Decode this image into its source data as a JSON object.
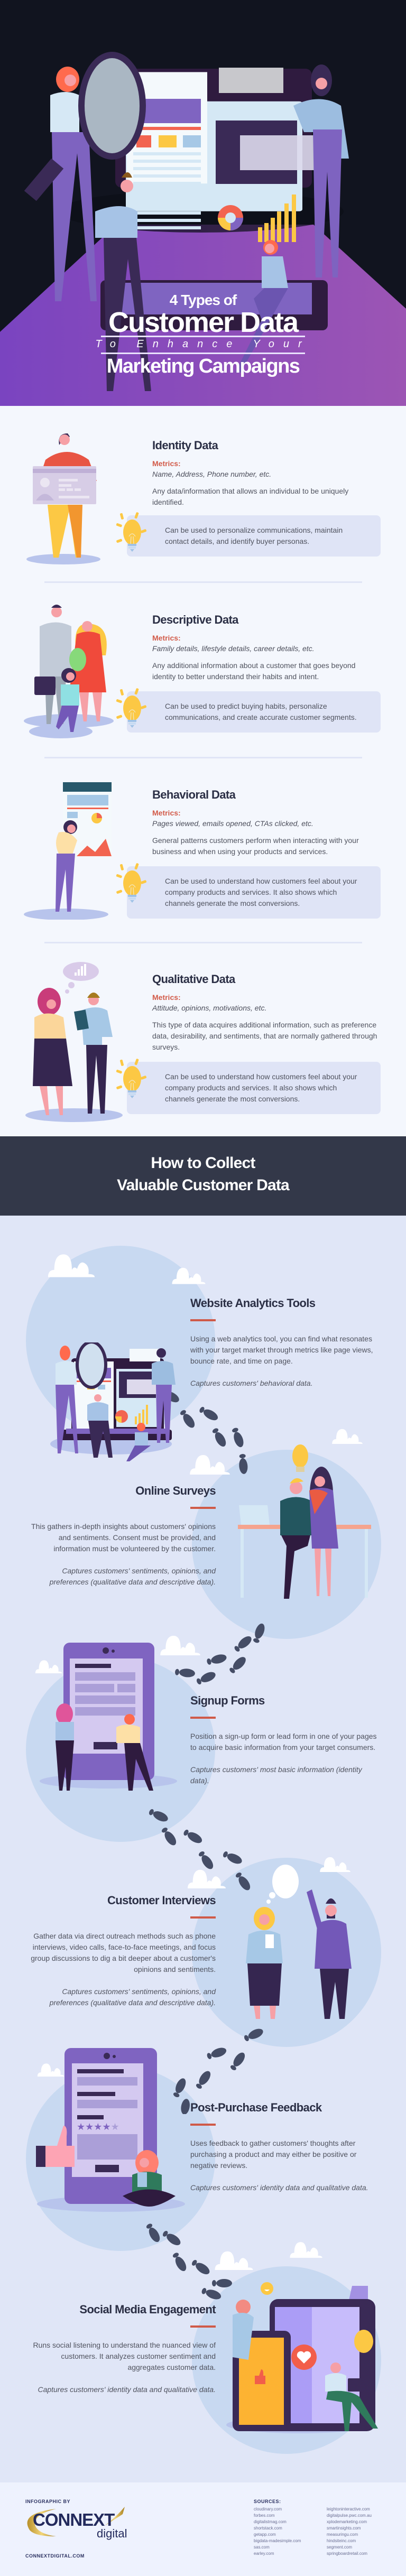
{
  "hero": {
    "title_line1": "4 Types of",
    "title_line2": "Customer Data",
    "title_line3": "To Enhance Your",
    "title_line4": "Marketing Campaigns"
  },
  "types": [
    {
      "title": "Identity Data",
      "metrics_label": "Metrics:",
      "metrics": "Name, Address, Phone number, etc.",
      "description": "Any data/information that allows an individual to be uniquely identified.",
      "tip": "Can be used to personalize communications, maintain contact details, and identify buyer personas."
    },
    {
      "title": "Descriptive Data",
      "metrics_label": "Metrics:",
      "metrics": "Family details, lifestyle details, career details, etc.",
      "description": "Any additional information about a customer that goes beyond identity to better understand their habits and intent.",
      "tip": "Can be used to predict buying habits, personalize communications, and create accurate customer segments."
    },
    {
      "title": "Behavioral Data",
      "metrics_label": "Metrics:",
      "metrics": "Pages viewed, emails opened, CTAs clicked, etc.",
      "description": "General patterns customers perform when interacting with your business and when using your products and services.",
      "tip": "Can be used to understand how customers feel about your company products and services. It also shows which channels generate the most conversions."
    },
    {
      "title": "Qualitative Data",
      "metrics_label": "Metrics:",
      "metrics": "Attitude, opinions, motivations, etc.",
      "description": "This type of data acquires additional information, such as preference data, desirability, and sentiments, that are normally gathered through surveys.",
      "tip": "Can be used to understand how customers feel about your company products and services. It also shows which channels generate the most conversions."
    }
  ],
  "collect": {
    "title_line1": "How to Collect",
    "title_line2": "Valuable Customer Data",
    "methods": [
      {
        "title": "Website Analytics Tools",
        "description": "Using a web analytics tool, you can find what resonates with your target market through metrics like page views, bounce rate, and time on page.",
        "captures": "Captures customers' behavioral data."
      },
      {
        "title": "Online Surveys",
        "description": "This gathers in-depth insights about customers' opinions and sentiments. Consent must be provided, and information must be volunteered by the customer.",
        "captures": "Captures customers' sentiments, opinions, and preferences (qualitative data and descriptive data)."
      },
      {
        "title": "Signup Forms",
        "description": "Position a sign-up form or lead form in one of your pages to acquire basic information from your target consumers.",
        "captures": "Captures customers' most basic information (identity data)."
      },
      {
        "title": "Customer Interviews",
        "description": "Gather data via direct outreach methods such as phone interviews, video calls, face-to-face meetings, and focus group discussions to dig a bit deeper about a customer's opinions and sentiments.",
        "captures": "Captures customers' sentiments, opinions, and preferences (qualitative data and descriptive data)."
      },
      {
        "title": "Post-Purchase Feedback",
        "description": "Uses feedback to gather customers' thoughts after purchasing a product and may either be positive or negative reviews.",
        "captures": "Captures customers' identity data and qualitative data."
      },
      {
        "title": "Social Media Engagement",
        "description": "Runs social listening to understand the nuanced view of customers. It analyzes customer sentiment and aggregates customer data.",
        "captures": "Captures customers' identity data and qualitative data."
      }
    ]
  },
  "footer": {
    "credit_label": "INFOGRAPHIC BY",
    "brand_name": "CONNEXT",
    "brand_sub": "digital",
    "website": "CONNEXTDIGITAL.COM",
    "sources_label": "SOURCES:",
    "sources_left": [
      "cloudinary.com",
      "forbes.com",
      "digitalistmag.com",
      "shortstack.com",
      "getapp.com",
      "bigdata-madesimple.com",
      "sas.com",
      "earley.com"
    ],
    "sources_right": [
      "leightoninteractive.com",
      "digitalpulse.pwc.com.au",
      "xplodemarketing.com",
      "smartinsights.com",
      "measuringu.com",
      "hindsiteinc.com",
      "segment.com",
      "springboardretail.com"
    ]
  },
  "colors": {
    "hero_dark": "#11141f",
    "hero_purple": "#8a4cbf",
    "accent_red": "#cf5a48",
    "heading": "#2b2f45",
    "collect_band": "#333849",
    "collect_bg": "#e0e6f7",
    "circle": "#c8d9f1"
  },
  "icons": {
    "tip": "lightbulb-icon",
    "path": "footprints-icon",
    "decor": "cloud-icon"
  }
}
